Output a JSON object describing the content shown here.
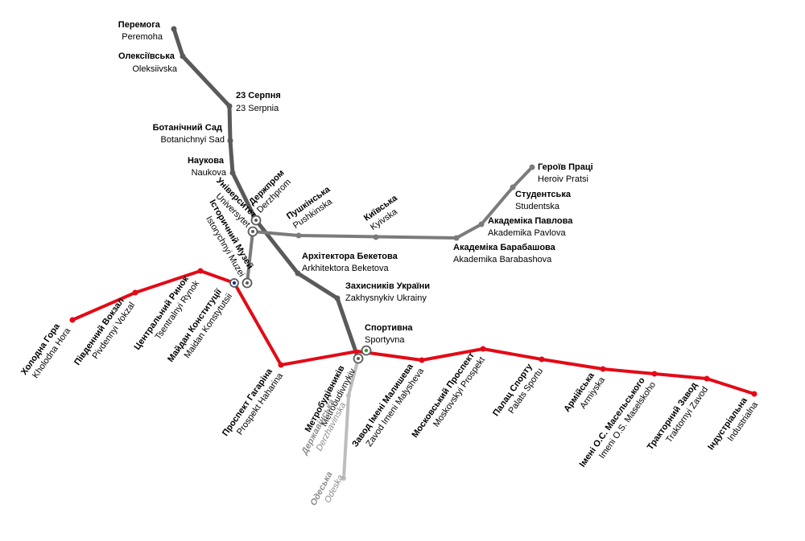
{
  "colors": {
    "red_line": "#e30a17",
    "blue_line": "#5a5a5a",
    "green_line": "#7b7b7b",
    "planned_line": "#bdbdbd",
    "planned_text": "#8c8c8c",
    "transfer_ring": "#5a5a5a",
    "transfer_blue_dot": "#1c2fa0",
    "transfer_green_dot": "#2e9b2e",
    "background": "#ffffff"
  },
  "stations": {
    "peremoha": {
      "uk": "Перемога",
      "la": "Peremoha"
    },
    "oleksiivska": {
      "uk": "Олексіївська",
      "la": "Oleksiivska"
    },
    "serpnia23": {
      "uk": "23 Серпня",
      "la": "23 Serpnia"
    },
    "botanichnyi": {
      "uk": "Ботанічний Сад",
      "la": "Botanichnyi Sad"
    },
    "naukova": {
      "uk": "Наукова",
      "la": "Naukova"
    },
    "derzhprom": {
      "uk": "Держпром",
      "la": "Derzhprom"
    },
    "arkhitektora": {
      "uk": "Архітектора Бекетова",
      "la": "Arkhitektora Beketova"
    },
    "zakhysnykiv": {
      "uk": "Захисників України",
      "la": "Zakhysnykiv Ukrainy"
    },
    "sportyvna": {
      "uk": "Спортивна",
      "la": "Sportyvna"
    },
    "metrobudivnykiv": {
      "uk": "Метробудівників",
      "la": "Metrobudivnykiv"
    },
    "derzhavinska": {
      "uk": "Державінська",
      "la": "Derzhavinska"
    },
    "odeska": {
      "uk": "Одеська",
      "la": "Odeska"
    },
    "heroiv": {
      "uk": "Героїв Праці",
      "la": "Heroiv Pratsi"
    },
    "studentska": {
      "uk": "Студентська",
      "la": "Studentska"
    },
    "pavlova": {
      "uk": "Академіка Павлова",
      "la": "Akademika Pavlova"
    },
    "barabashova": {
      "uk": "Академіка Барабашова",
      "la": "Akademika Barabashova"
    },
    "kyivska": {
      "uk": "Київська",
      "la": "Kyivska"
    },
    "pushkinska": {
      "uk": "Пушкінська",
      "la": "Pushkinska"
    },
    "universytet": {
      "uk": "Університет",
      "la": "Universytet"
    },
    "istorychnyi": {
      "uk": "Історичний Музей",
      "la": "Istorychnyi Muzei"
    },
    "kholodna": {
      "uk": "Холодна Гора",
      "la": "Kholodna Hora"
    },
    "pivdennyi": {
      "uk": "Південний Вокзал",
      "la": "Pivdennyi Vokzal"
    },
    "tsentralnyi": {
      "uk": "Центральний Ринок",
      "la": "Tsentralnyi Rynok"
    },
    "maidan": {
      "uk": "Майдан Конституції",
      "la": "Maidan Konstytutsii"
    },
    "haharina": {
      "uk": "Проспект Гагаріна",
      "la": "Prospekt Haharina"
    },
    "malysheva": {
      "uk": "Завод Імені Малишева",
      "la": "Zavod Imeni Malysheva"
    },
    "moskovskyi": {
      "uk": "Московський Проспект",
      "la": "Moskovskyi Prospekt"
    },
    "palats": {
      "uk": "Палац Спорту",
      "la": "Palats Sportu"
    },
    "armiiska": {
      "uk": "Армійська",
      "la": "Armiyska"
    },
    "maselskoho": {
      "uk": "Імені О.С. Масельського",
      "la": "Imeni O.S. Maselskoho"
    },
    "traktornyi": {
      "uk": "Тракторний Завод",
      "la": "Traktornyi Zavod"
    },
    "industrialna": {
      "uk": "Індустріальна",
      "la": "Industrialna"
    }
  }
}
